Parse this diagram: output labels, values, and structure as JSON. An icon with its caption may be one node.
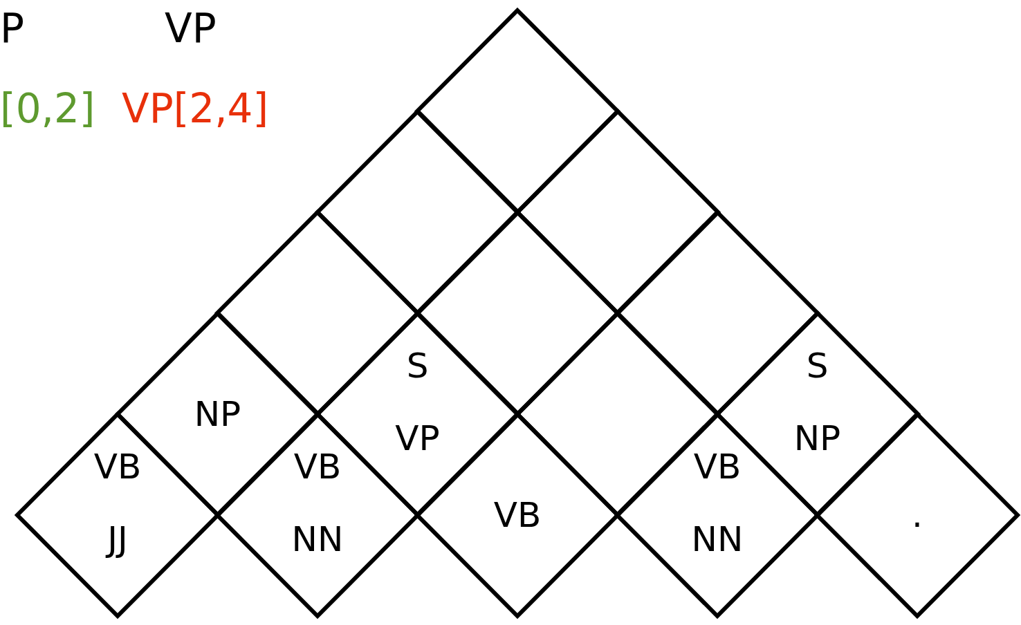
{
  "diagram": {
    "nodes": [
      {
        "text": [],
        "shape": "diamond"
      },
      {
        "text": [],
        "shape": "diamond"
      },
      {
        "text": [],
        "shape": "diamond"
      },
      {
        "text": [],
        "shape": "diamond"
      },
      {
        "text": [],
        "shape": "diamond"
      },
      {
        "text": [],
        "shape": "diamond"
      },
      {
        "text": [
          "NP"
        ]
      },
      {
        "text": [
          "S",
          "VP"
        ]
      },
      {
        "text": [],
        "shape": "diamond"
      },
      {
        "text": [
          "S",
          "NP"
        ]
      },
      {
        "text": [
          "VB",
          "JJ"
        ]
      },
      {
        "text": [
          "VB",
          "NN"
        ]
      },
      {
        "text": [
          "VB"
        ]
      },
      {
        "text": [
          "VB",
          "NN"
        ]
      },
      {
        "text": [
          "."
        ]
      }
    ],
    "edges": [],
    "labels": [
      "P",
      "VP",
      "[0,2]",
      "VP[2,4]"
    ]
  }
}
